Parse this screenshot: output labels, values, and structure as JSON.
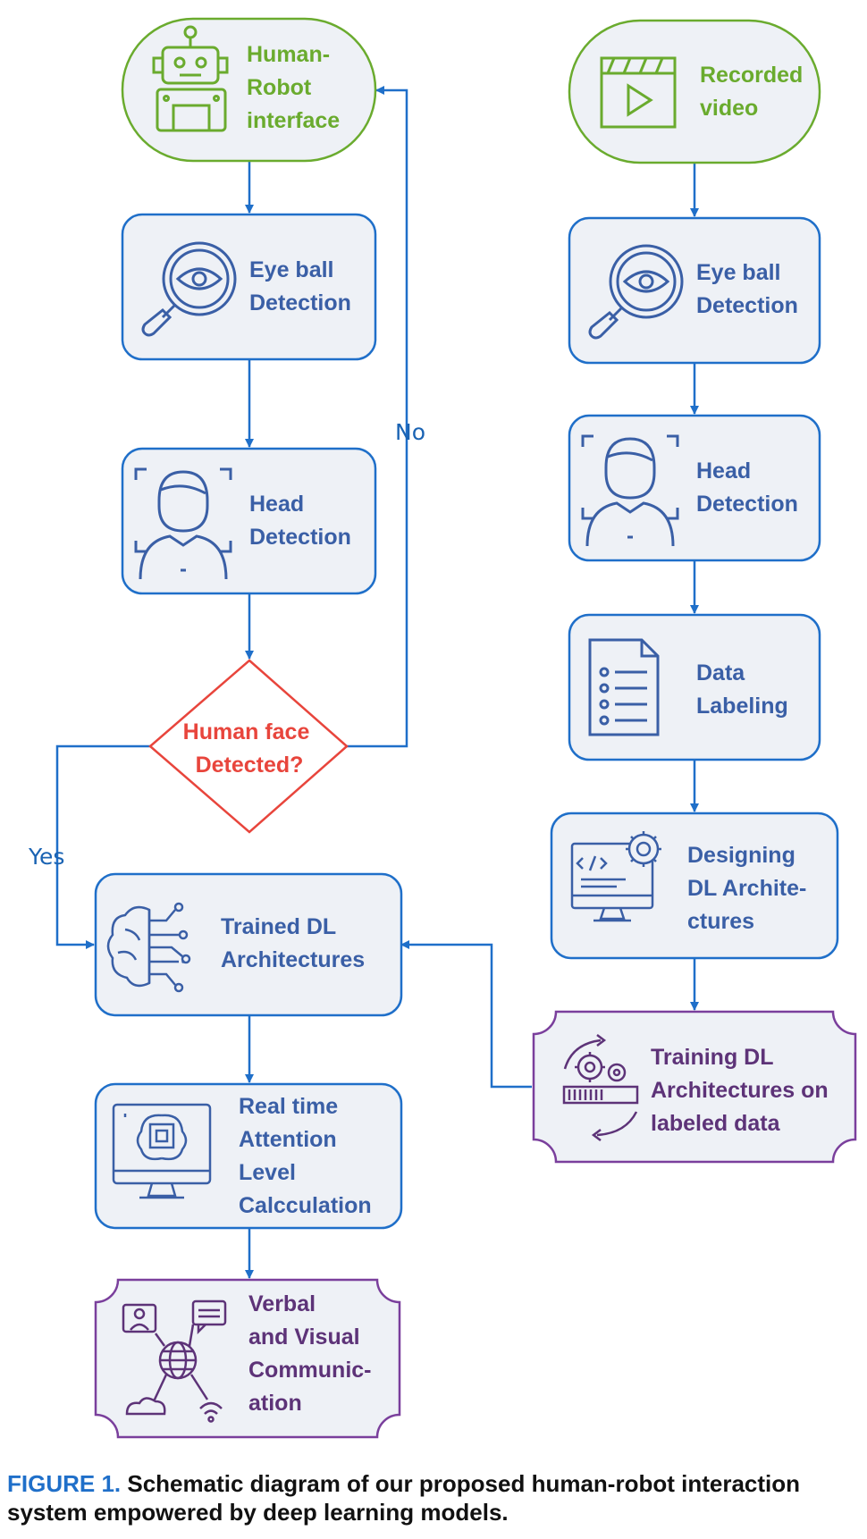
{
  "nodes": {
    "hri": {
      "lines": [
        "Human-",
        "Robot",
        "interface"
      ]
    },
    "recorded_video": {
      "lines": [
        "Recorded",
        "video"
      ]
    },
    "eye_left": {
      "lines": [
        "Eye ball",
        "Detection"
      ]
    },
    "eye_right": {
      "lines": [
        "Eye ball",
        "Detection"
      ]
    },
    "head_left": {
      "lines": [
        "Head",
        "Detection"
      ]
    },
    "head_right": {
      "lines": [
        "Head",
        "Detection"
      ]
    },
    "decision": {
      "lines": [
        "Human face",
        "Detected?"
      ]
    },
    "labeling": {
      "lines": [
        "Data",
        "Labeling"
      ]
    },
    "designing": {
      "lines": [
        "Designing",
        "DL Archite-",
        "ctures"
      ]
    },
    "trained": {
      "lines": [
        "Trained DL",
        "Architectures"
      ]
    },
    "training": {
      "lines": [
        "Training DL",
        "Architectures on",
        "labeled data"
      ]
    },
    "realtime": {
      "lines": [
        "Real time",
        "Attention",
        "Level",
        "Calcculation"
      ]
    },
    "verbal": {
      "lines": [
        "Verbal",
        "and Visual",
        "Communic-",
        "ation"
      ]
    }
  },
  "edges": {
    "no_label": "No",
    "yes_label": "Yes"
  },
  "colors": {
    "green": "#6aab2e",
    "blue": "#1f6fc9",
    "node_fill": "#eef1f6",
    "decision": "#e8453c",
    "purple": "#7a3f9c",
    "text_blue": "#3a5fa6",
    "text_purple": "#5d3378"
  },
  "icons": {
    "hri": "robot-icon",
    "recorded_video": "video-play-icon",
    "eye": "magnifier-eye-icon",
    "head": "head-scan-icon",
    "labeling": "document-list-icon",
    "designing": "monitor-code-gear-icon",
    "trained": "brain-circuit-icon",
    "training": "gears-progress-icon",
    "realtime": "monitor-brain-chip-icon",
    "verbal": "communication-network-icon"
  },
  "caption": {
    "figure_label": "FIGURE 1.",
    "text": "Schematic diagram of our proposed human-robot interaction system empowered by deep learning models."
  }
}
